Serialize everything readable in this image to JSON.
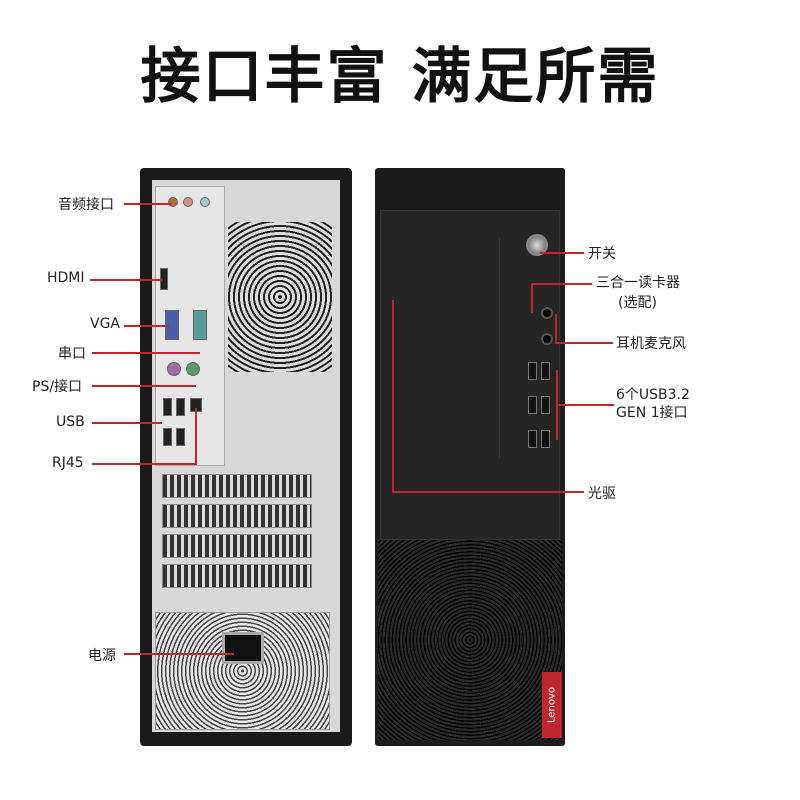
{
  "title": "接口丰富 满足所需",
  "accent_color": "#c0272d",
  "back_labels": {
    "audio": "音频接口",
    "hdmi": "HDMI",
    "vga": "VGA",
    "serial": "串口",
    "ps2": "PS/接口",
    "usb": "USB",
    "rj45": "RJ45",
    "power": "电源"
  },
  "front_labels": {
    "power_switch": "开关",
    "card_reader": "三合一读卡器",
    "card_reader_note": "(选配)",
    "headset_mic": "耳机麦克风",
    "usb_line1": "6个USB3.2",
    "usb_line2": "GEN 1接口",
    "optical_drive": "光驱"
  },
  "brand_logo": "Lenovo"
}
